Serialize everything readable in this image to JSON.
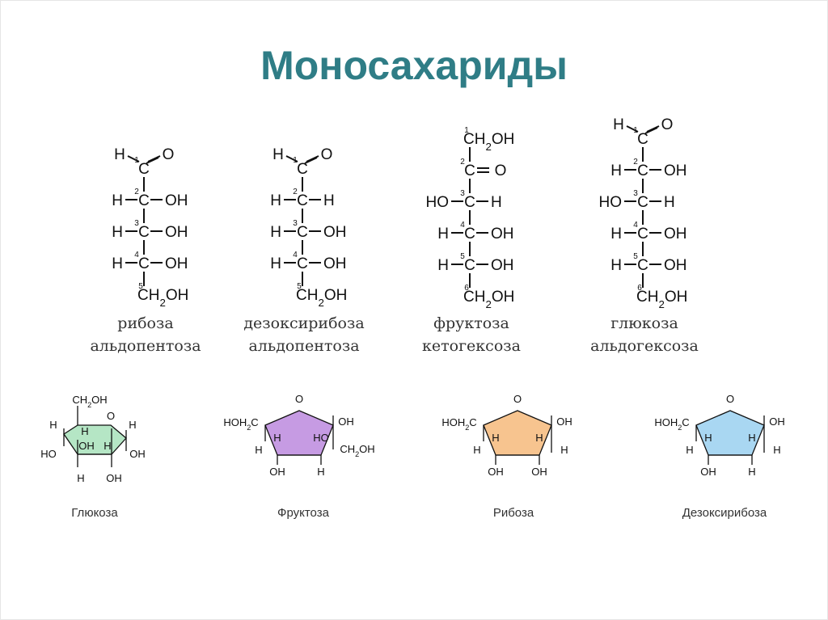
{
  "title": "Моносахариды",
  "colors": {
    "title": "#2f7d86",
    "glucose_fill": "#b5e6c5",
    "fructose_fill": "#c69be3",
    "ribose_fill": "#f7c48f",
    "deoxyribose_fill": "#a9d7f2"
  },
  "chains": [
    {
      "name": "рибоза",
      "type": "альдопентоза"
    },
    {
      "name": "дезоксирибоза",
      "type": "альдопентоза"
    },
    {
      "name": "фруктоза",
      "type": "кетогексоза"
    },
    {
      "name": "глюкоза",
      "type": "альдогексоза"
    }
  ],
  "rings": [
    {
      "name": "Глюкоза"
    },
    {
      "name": "Фруктоза"
    },
    {
      "name": "Рибоза"
    },
    {
      "name": "Дезоксирибоза"
    }
  ],
  "atoms": {
    "H": "H",
    "C": "C",
    "O": "O",
    "OH": "OH",
    "HO": "HO",
    "ch2oh": "CH2OH",
    "hoh2c": "HOH2C",
    "n1": "1",
    "n2": "2",
    "n3": "3",
    "n4": "4",
    "n5": "5",
    "n6": "6"
  }
}
